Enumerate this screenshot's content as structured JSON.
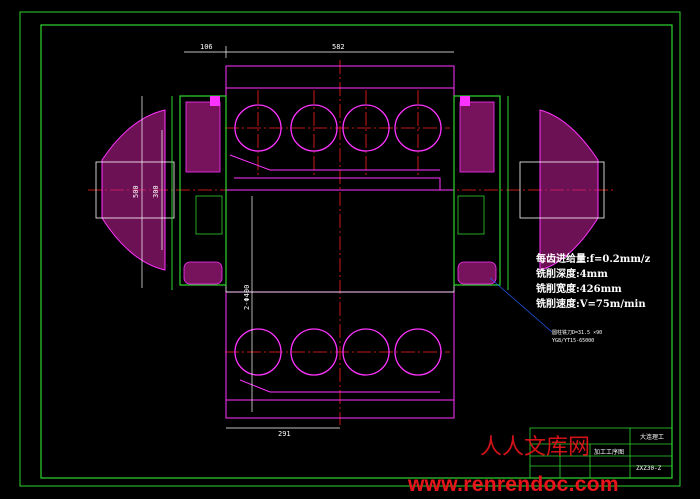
{
  "drawing": {
    "dimensions": {
      "top_left": "106",
      "top_main": "582",
      "left_outer": "500",
      "left_inner": "300",
      "bottom": "291",
      "vertical_mid": "2-Φ400"
    },
    "notes": {
      "feed": "每齿进给量:f=0.2mm/z",
      "depth": "铣削深度:4mm",
      "width": "铣削宽度:426mm",
      "speed": "铣削速度:V=75m/min"
    },
    "callout": {
      "line1": "圆柱铣刀D=31.5 ×90",
      "line2": "YG8/YT15-65000"
    },
    "title_block": {
      "school": "大连理工",
      "name": "加工工序图",
      "number": "ZXZ30-Z"
    }
  },
  "watermark": {
    "chars": "人人文库网",
    "url": "www.renrendoc.com"
  },
  "colors": {
    "frame": "#2fd42f",
    "outline": "#ff33ff",
    "hole": "#ff33ff",
    "center": "#ff2020",
    "dim": "#ffffff",
    "hatch": "#c61f9b",
    "watermark": "#e8141b"
  }
}
